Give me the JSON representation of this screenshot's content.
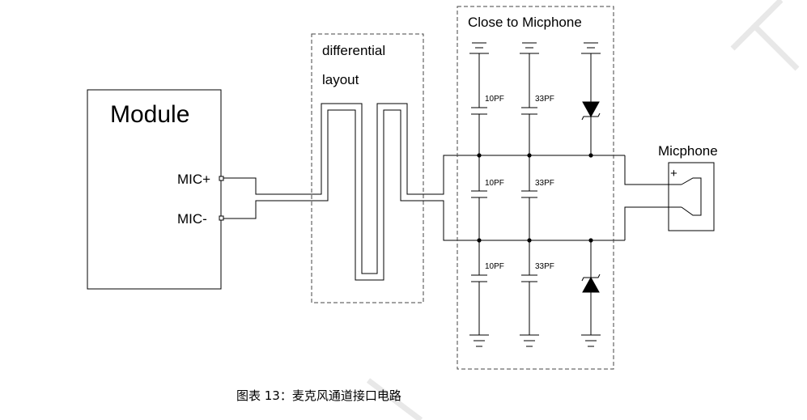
{
  "module": {
    "title": "Module",
    "pin_plus": "MIC+",
    "pin_minus": "MIC-"
  },
  "layout_box": {
    "line1": "differential",
    "line2": "layout"
  },
  "close_box": {
    "title": "Close to Micphone"
  },
  "capacitors": {
    "c_left_top": "10PF",
    "c_right_top": "33PF",
    "c_left_mid": "10PF",
    "c_right_mid": "33PF",
    "c_left_bot": "10PF",
    "c_right_bot": "33PF"
  },
  "microphone": {
    "label": "Micphone",
    "plus": "+"
  },
  "caption": "图表 13：麦克风通道接口电路"
}
